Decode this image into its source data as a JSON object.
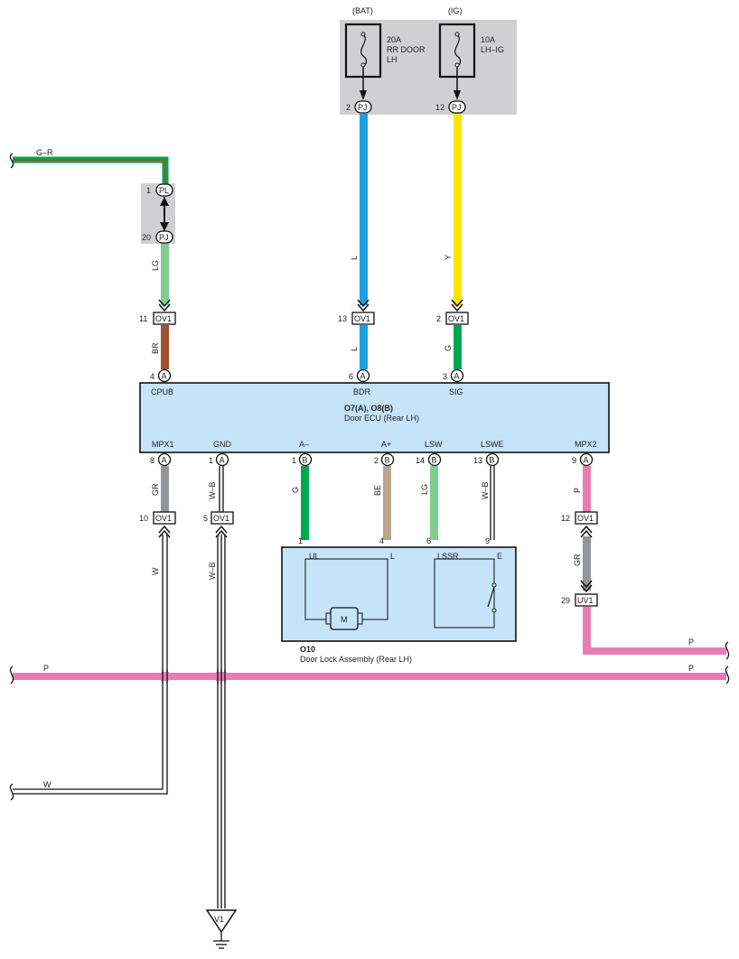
{
  "fuses": {
    "bat": {
      "source": "(BAT)",
      "rating": "20A",
      "name_line1": "RR DOOR",
      "name_line2": "LH",
      "pin": "2",
      "connector": "PJ"
    },
    "ig": {
      "source": "(IG)",
      "rating": "10A",
      "name_line1": "LH–IG",
      "pin": "12",
      "connector": "PJ"
    }
  },
  "splice": {
    "top_pin": "1",
    "top_conn": "PL",
    "bottom_pin": "20",
    "bottom_conn": "PJ"
  },
  "ov1_top": {
    "cpub": {
      "pin": "11",
      "conn": "OV1"
    },
    "bdr": {
      "pin": "13",
      "conn": "OV1"
    },
    "sig": {
      "pin": "2",
      "conn": "OV1"
    }
  },
  "ecu": {
    "title": "O7(A), O8(B)",
    "subtitle": "Door ECU (Rear LH)",
    "top_pins": [
      {
        "num": "4",
        "conn": "A",
        "label": "CPUB"
      },
      {
        "num": "6",
        "conn": "A",
        "label": "BDR"
      },
      {
        "num": "3",
        "conn": "A",
        "label": "SIG"
      }
    ],
    "bottom_pins": [
      {
        "num": "8",
        "conn": "A",
        "label": "MPX1"
      },
      {
        "num": "1",
        "conn": "A",
        "label": "GND"
      },
      {
        "num": "1",
        "conn": "B",
        "label": "A–"
      },
      {
        "num": "2",
        "conn": "B",
        "label": "A+"
      },
      {
        "num": "14",
        "conn": "B",
        "label": "LSW"
      },
      {
        "num": "13",
        "conn": "B",
        "label": "LSWE"
      },
      {
        "num": "9",
        "conn": "A",
        "label": "MPX2"
      }
    ]
  },
  "ov1_bottom": {
    "mpx1": {
      "pin": "10",
      "conn": "OV1"
    },
    "gnd": {
      "pin": "5",
      "conn": "OV1"
    },
    "mpx2": {
      "pin": "12",
      "conn": "OV1"
    }
  },
  "uv1": {
    "pin": "29",
    "conn": "UV1"
  },
  "lock": {
    "title": "O10",
    "subtitle": "Door Lock Assembly (Rear LH)",
    "pins": [
      {
        "num": "1",
        "label": "UL"
      },
      {
        "num": "4",
        "label": "L"
      },
      {
        "num": "6",
        "label": "LSSR"
      },
      {
        "num": "9",
        "label": "E"
      }
    ],
    "motor": "M"
  },
  "ground": {
    "label": "V1"
  },
  "wires": {
    "gr_top": "G–R",
    "lg_top": "LG",
    "br": "BR",
    "l_top": "L",
    "l_mid": "L",
    "y_top": "Y",
    "g_sig": "G",
    "gr_mpx1": "GR",
    "w_mpx1": "W",
    "wb_gnd": "W–B",
    "wb_gnd2": "W–B",
    "g_am": "G",
    "be_ap": "BE",
    "lg_lsw": "LG",
    "wb_lswe": "W–B",
    "p_mpx2": "P",
    "gr_mpx2": "GR",
    "p_right": "P",
    "p_bus": "P",
    "w_left": "W"
  },
  "colors": {
    "blue": "#1ba1e2",
    "yellow": "#ffe400",
    "green": "#00a651",
    "light_green": "#7fce8f",
    "brown": "#a0522d",
    "gray": "#939598",
    "pink": "#e87db5",
    "tan": "#b9a48d",
    "ecu_fill": "#c6e4f8",
    "shade": "#d0d0d2"
  }
}
